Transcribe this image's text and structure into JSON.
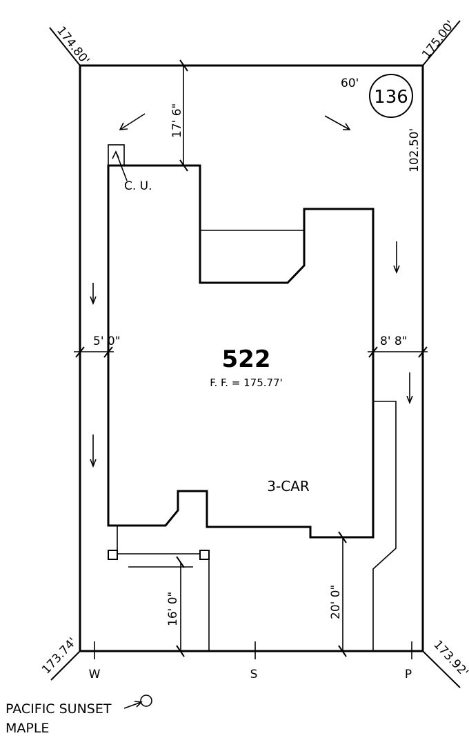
{
  "lot": {
    "number": "136",
    "frontage": "60'",
    "depth": "102.50'",
    "corners": {
      "top_left": "174.80'",
      "top_right": "175.00'",
      "bottom_left": "173.74'",
      "bottom_right": "173.92'"
    }
  },
  "house": {
    "plan_number": "522",
    "finished_floor": "F. F. = 175.77'",
    "garage": "3-CAR",
    "cu_label": "C. U."
  },
  "dimensions": {
    "rear_setback": "17' 6\"",
    "left_side": "5' 0\"",
    "right_side": "8' 8\"",
    "porch_setback": "16' 0\"",
    "garage_setback": "20' 0\""
  },
  "utilities": {
    "water": "W",
    "sewer": "S",
    "power": "P"
  },
  "tree": {
    "label_line1": "PACIFIC SUNSET",
    "label_line2": "MAPLE"
  },
  "colors": {
    "ink": "#000000",
    "paper": "#ffffff"
  }
}
